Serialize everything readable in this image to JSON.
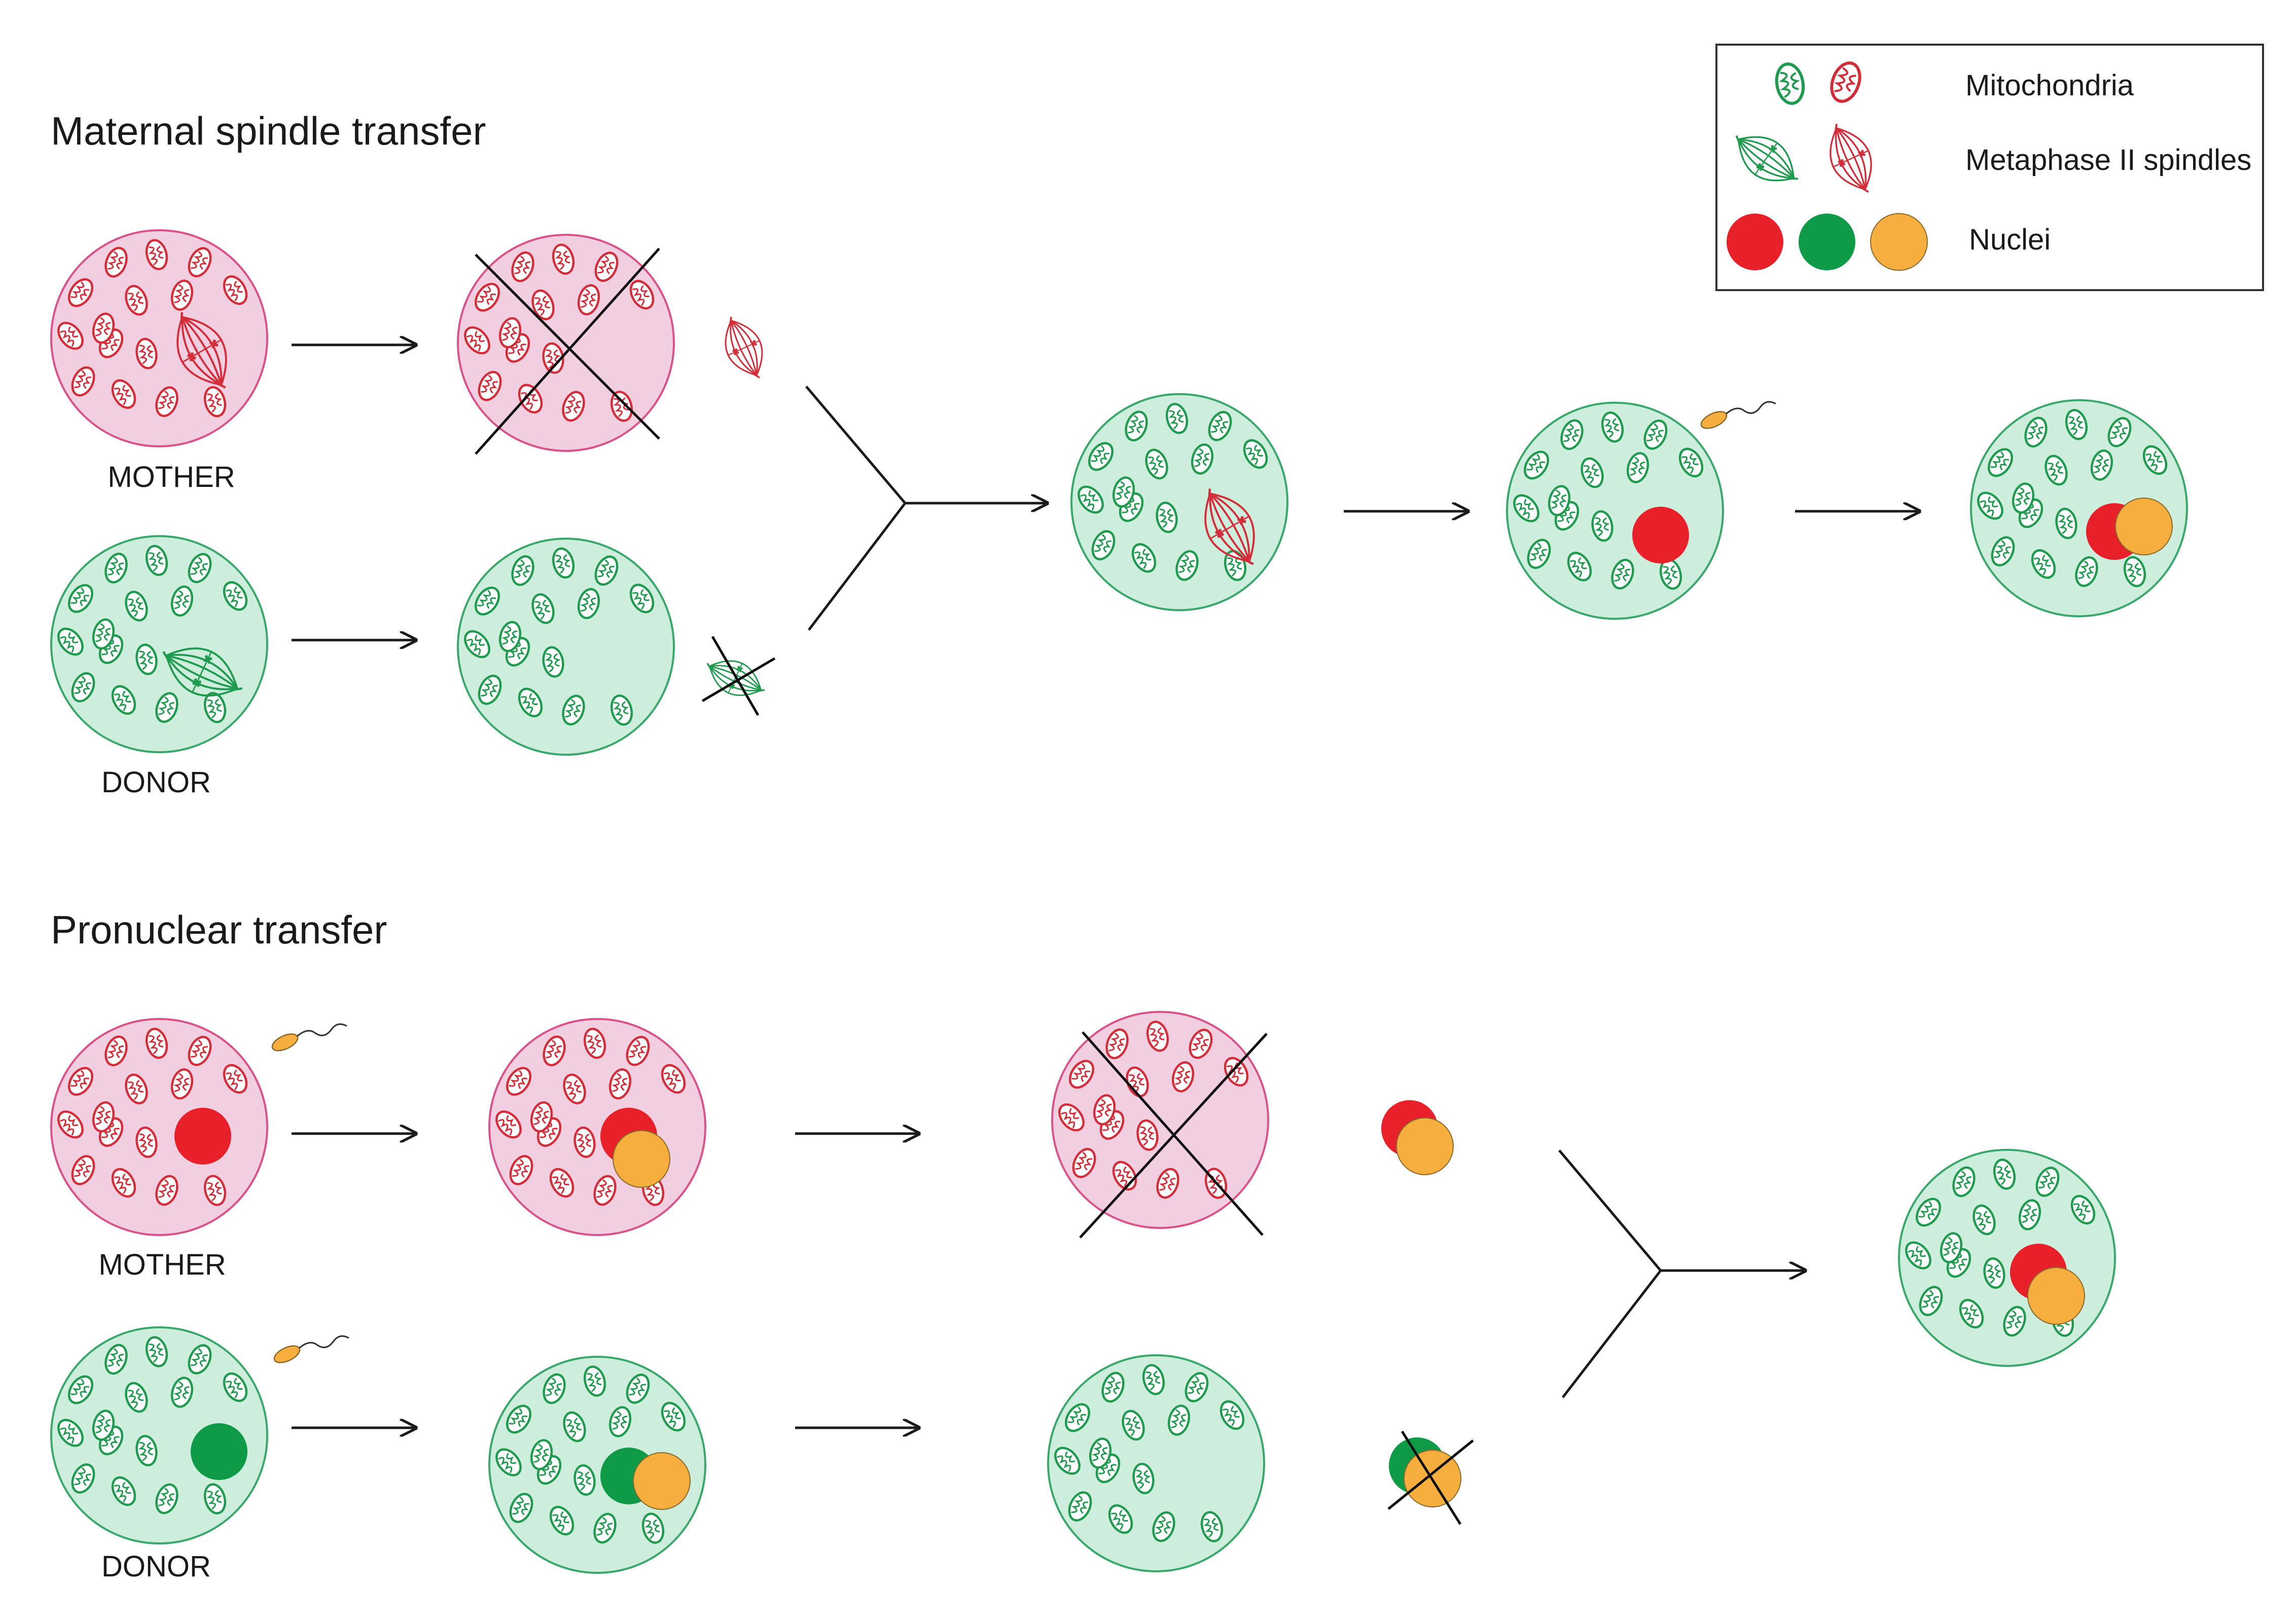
{
  "sections": {
    "spindle": {
      "title": "Maternal spindle transfer",
      "mother_label": "MOTHER",
      "donor_label": "DONOR"
    },
    "pronuclear": {
      "title": "Pronuclear transfer",
      "mother_label": "MOTHER",
      "donor_label": "DONOR"
    }
  },
  "legend": {
    "mitochondria": "Mitochondria",
    "spindles": "Metaphase II spindles",
    "nuclei": "Nuclei"
  },
  "colors": {
    "mother_cell_fill": "#f2cfe0",
    "mother_cell_stroke": "#d9528a",
    "donor_cell_fill": "#cdeedd",
    "donor_cell_stroke": "#3aa86a",
    "red_mito": "#d42d3a",
    "green_mito": "#1f9a4f",
    "red_nucleus": "#e8202a",
    "green_nucleus": "#0e9a47",
    "orange_nucleus": "#f6ae3f",
    "sperm": "#f6ae3f"
  }
}
